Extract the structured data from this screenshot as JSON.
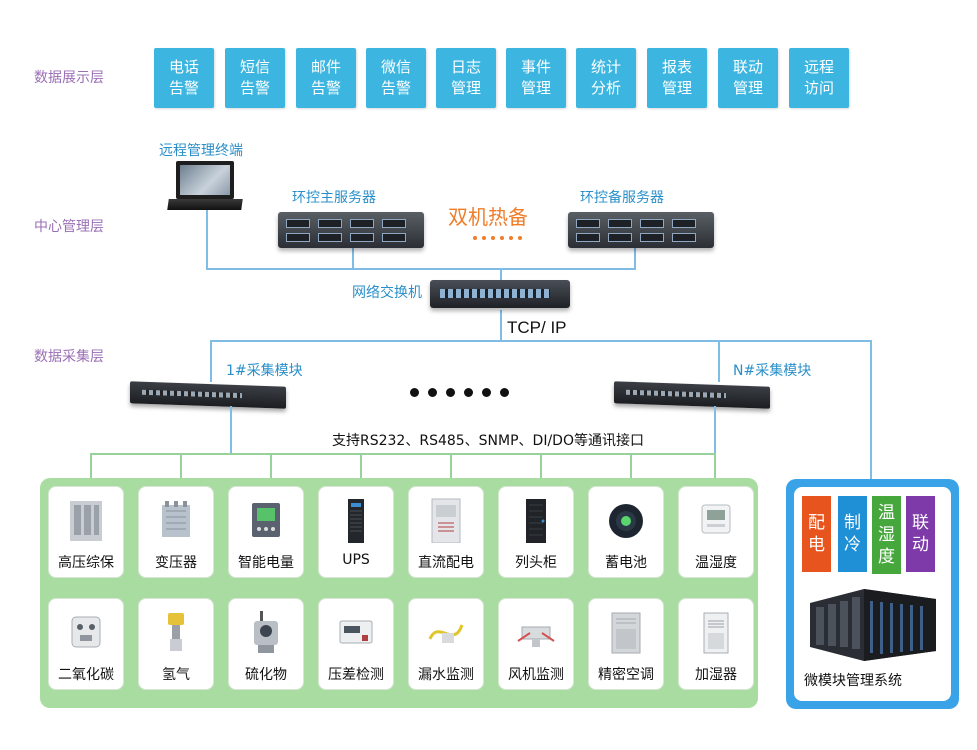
{
  "layers": {
    "display": "数据展示层",
    "center": "中心管理层",
    "collect": "数据采集层"
  },
  "display_items": [
    {
      "l1": "电话",
      "l2": "告警"
    },
    {
      "l1": "短信",
      "l2": "告警"
    },
    {
      "l1": "邮件",
      "l2": "告警"
    },
    {
      "l1": "微信",
      "l2": "告警"
    },
    {
      "l1": "日志",
      "l2": "管理"
    },
    {
      "l1": "事件",
      "l2": "管理"
    },
    {
      "l1": "统计",
      "l2": "分析"
    },
    {
      "l1": "报表",
      "l2": "管理"
    },
    {
      "l1": "联动",
      "l2": "管理"
    },
    {
      "l1": "远程",
      "l2": "访问"
    }
  ],
  "center": {
    "terminal": "远程管理终端",
    "main_server": "环控主服务器",
    "backup_server": "环控备服务器",
    "hot_standby": "双机热备",
    "switch": "网络交换机",
    "protocol": "TCP/ IP"
  },
  "collect": {
    "module1": "1#采集模块",
    "moduleN": "N#采集模块",
    "interfaces": "支持RS232、RS485、SNMP、DI/DO等通讯接口"
  },
  "devices_row1": [
    "高压综保",
    "变压器",
    "智能电量",
    "UPS",
    "直流配电",
    "列头柜",
    "蓄电池",
    "温湿度"
  ],
  "devices_row2": [
    "二氧化碳",
    "氢气",
    "硫化物",
    "压差检测",
    "漏水监测",
    "风机监测",
    "精密空调",
    "加湿器"
  ],
  "micro_module": {
    "boxes": [
      {
        "text": "配\n电",
        "color": "#e8541e"
      },
      {
        "text": "制\n冷",
        "color": "#1f8fd6"
      },
      {
        "text": "温\n湿\n度",
        "color": "#46a83c"
      },
      {
        "text": "联\n动",
        "color": "#7d3aa8"
      }
    ],
    "caption": "微模块管理系统"
  },
  "colors": {
    "accent_blue": "#3cb6e0",
    "layer_label": "#9b6fb5",
    "caption_blue": "#2a8fc9",
    "hot_standby": "#f07d2a",
    "device_panel": "#a9dca0",
    "micro_panel": "#3aa3e8"
  }
}
